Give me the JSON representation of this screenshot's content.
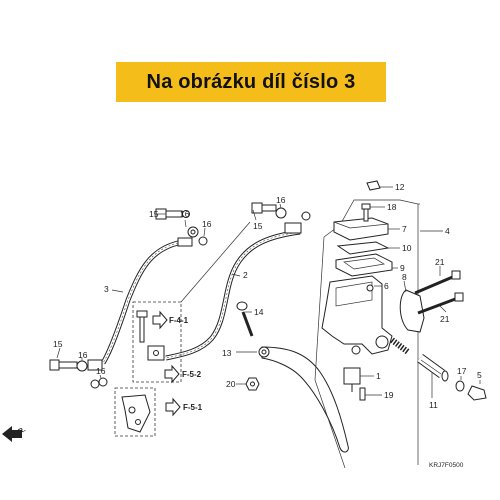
{
  "banner": {
    "text": "Na obrázku díl číslo 3"
  },
  "labels": {
    "p1": "1",
    "p2": "2",
    "p3": "3",
    "p4": "4",
    "p5": "5",
    "p6": "6",
    "p7": "7",
    "p8": "8",
    "p9": "9",
    "p10": "10",
    "p11": "11",
    "p12": "12",
    "p13": "13",
    "p14": "14",
    "p15a": "15",
    "p15b": "15",
    "p15c": "15",
    "p16a": "16",
    "p16b": "16",
    "p16c": "16",
    "p16d": "16",
    "p16e": "16",
    "p17": "17",
    "p18": "18",
    "p19": "19",
    "p20": "20",
    "p21a": "21",
    "p21b": "21"
  },
  "refs": {
    "f41": "F-4-1",
    "f52": "F-5-2",
    "f51": "F-5-1"
  },
  "front_marker": "FR.",
  "diagram_code": "KRJ7F0500",
  "colors": {
    "banner": "#f5bd1a",
    "ink": "#222222"
  }
}
